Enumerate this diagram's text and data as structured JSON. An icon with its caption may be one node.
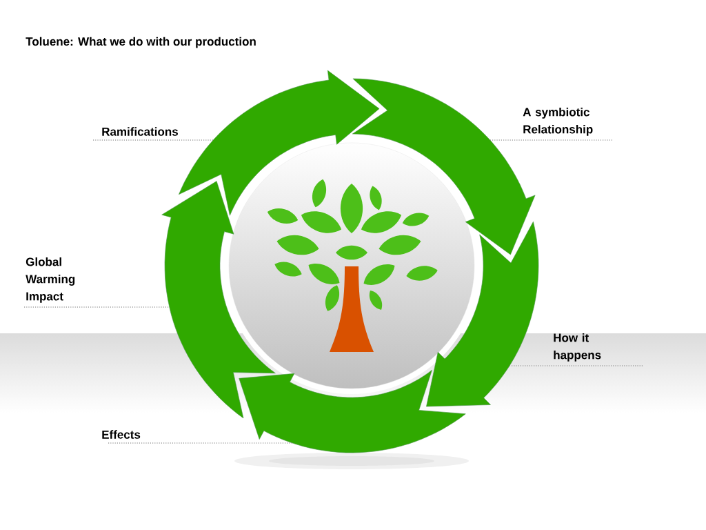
{
  "diagram": {
    "title": "Toluene:  What we do with our production",
    "nodes": [
      {
        "text": [
          "A symbiotic Relationship"
        ]
      },
      {
        "text": [
          "Ramifications"
        ]
      },
      {
        "text": [
          "Global Warming Impact"
        ]
      },
      {
        "text": [
          "How it happens"
        ]
      },
      {
        "text": [
          "Effects"
        ]
      },
      {
        "text": [],
        "shape": "arrow"
      },
      {
        "text": [],
        "shape": "arrow"
      },
      {
        "text": [],
        "shape": "arrow"
      },
      {
        "text": [],
        "shape": "arrow"
      },
      {
        "text": [],
        "shape": "arrow"
      }
    ],
    "edges": [
      {
        "from": 0,
        "to": 6,
        "arrow": "none",
        "style": "dashed"
      },
      {
        "from": 1,
        "to": 5,
        "arrow": "none",
        "style": "dashed"
      },
      {
        "from": 2,
        "to": 9,
        "arrow": "none",
        "style": "dashed"
      },
      {
        "from": 3,
        "to": 7,
        "arrow": "none",
        "style": "dashed"
      },
      {
        "from": 4,
        "to": 8,
        "arrow": "none",
        "style": "dashed"
      }
    ]
  }
}
